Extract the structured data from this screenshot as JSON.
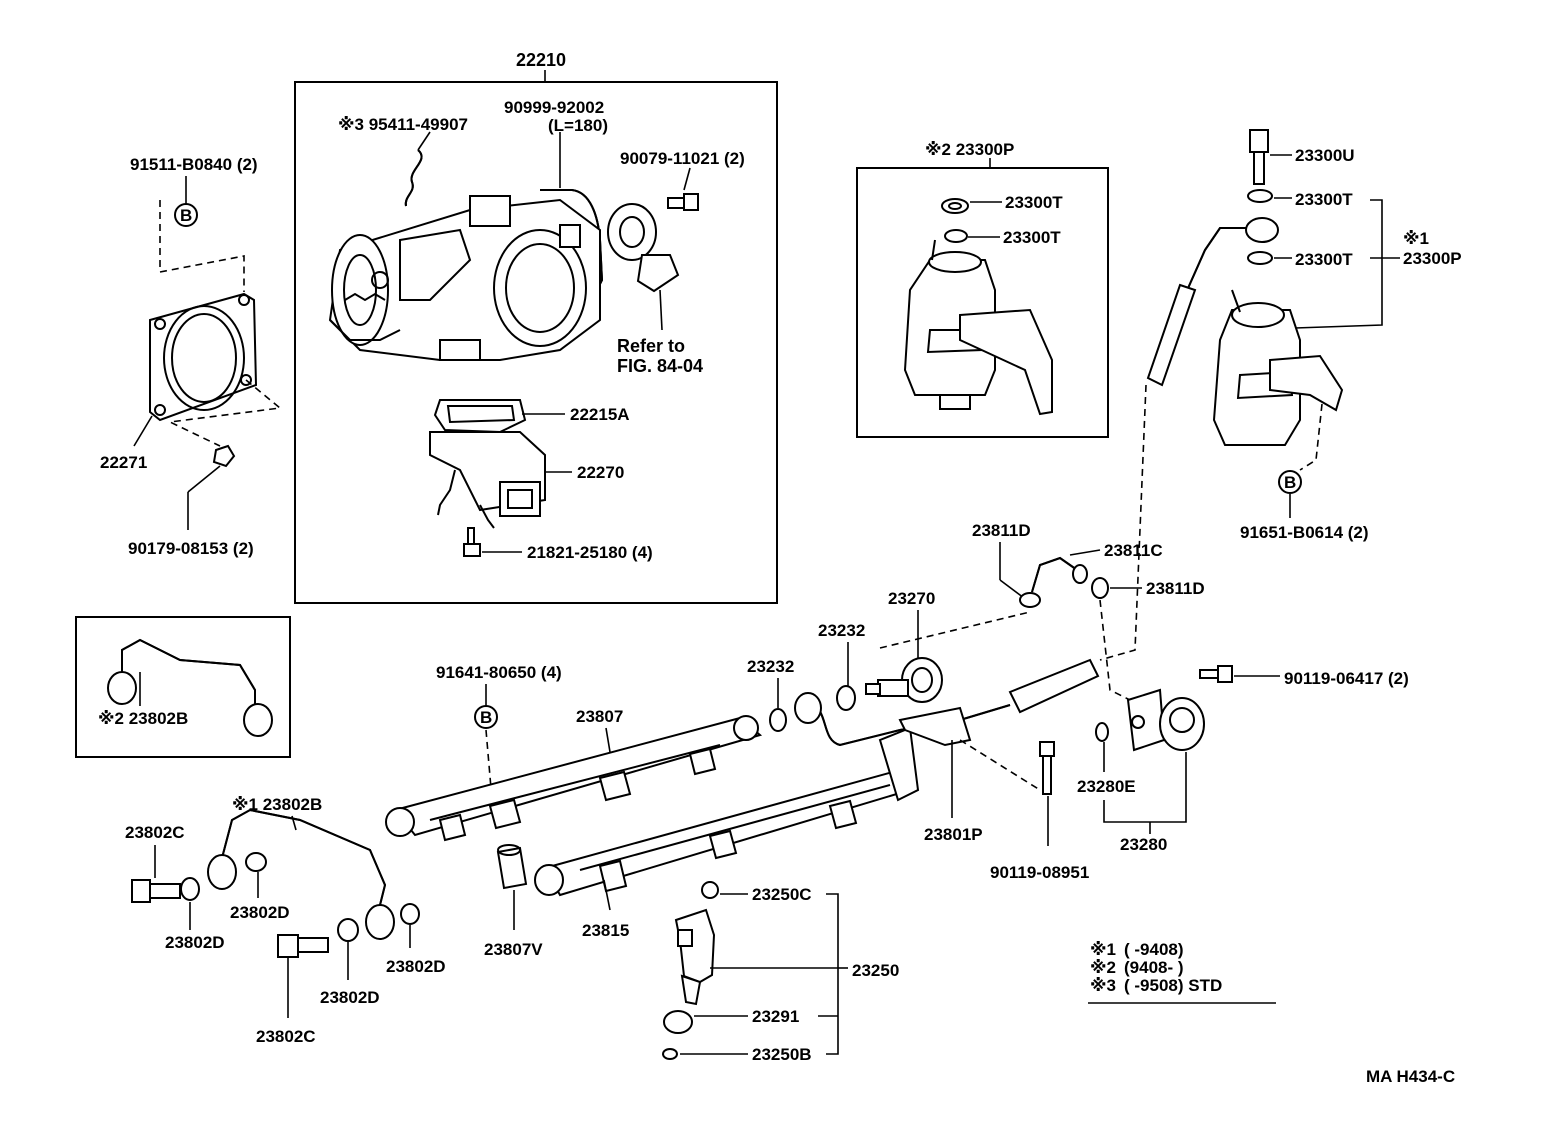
{
  "diagram": {
    "code": "MA  H434-C",
    "footnotes": [
      {
        "mark": "※1",
        "range": "(        -9408)"
      },
      {
        "mark": "※2",
        "range": "(9408-         )"
      },
      {
        "mark": "※3",
        "range": "(        -9508) STD"
      }
    ],
    "labels": {
      "p22210": "22210",
      "p95411": "※3 95411-49907",
      "p90999": "90999-92002",
      "p90999_len": "(L=180)",
      "p90079": "90079-11021 (2)",
      "refer1": "Refer to",
      "refer2": "FIG. 84-04",
      "p22215A": "22215A",
      "p22270": "22270",
      "p21821": "21821-25180 (4)",
      "p91511": "91511-B0840 (2)",
      "p22271": "22271",
      "p90179": "90179-08153 (2)",
      "p23300P_box": "※2 23300P",
      "p23300T_a": "23300T",
      "p23300T_b": "23300T",
      "p23300U": "23300U",
      "p23300T_c": "23300T",
      "p23300T_d": "23300T",
      "mark1": "※1",
      "p23300P": "23300P",
      "p91651": "91651-B0614 (2)",
      "p23802B_box": "※2 23802B",
      "p23802B": "※1 23802B",
      "p23802C_a": "23802C",
      "p23802D_a": "23802D",
      "p23802D_b": "23802D",
      "p23802D_c": "23802D",
      "p23802D_d": "23802D",
      "p23802C_b": "23802C",
      "p91641": "91641-80650 (4)",
      "p23807": "23807",
      "p23807V": "23807V",
      "p23815": "23815",
      "p23232_a": "23232",
      "p23232_b": "23232",
      "p23270": "23270",
      "p23811D_a": "23811D",
      "p23811C": "23811C",
      "p23811D_b": "23811D",
      "p90119_06417": "90119-06417 (2)",
      "p23280E": "23280E",
      "p23280": "23280",
      "p23801P": "23801P",
      "p90119_08951": "90119-08951",
      "p23250C": "23250C",
      "p23250": "23250",
      "p23291": "23291",
      "p23250B": "23250B"
    },
    "callout_B": "B"
  }
}
